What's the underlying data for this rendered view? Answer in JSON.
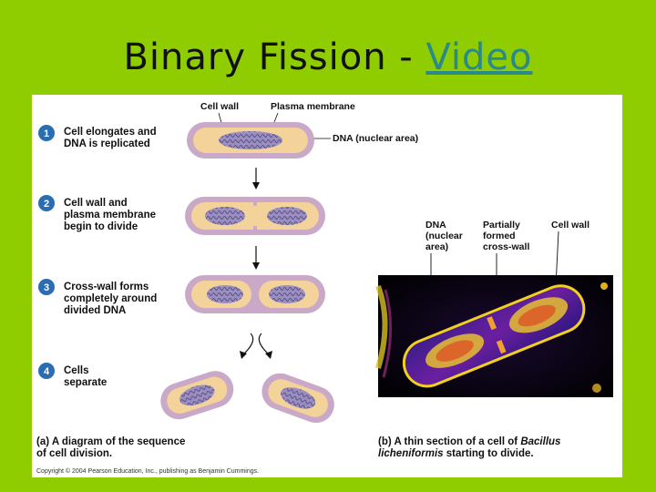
{
  "slide": {
    "title_prefix": "Binary Fission - ",
    "title_link": "Video"
  },
  "colors": {
    "background": "#8fcc00",
    "wall": "#c9a8c8",
    "cytoplasm": "#f3d39a",
    "dna": "#8a7fb0",
    "step_badge": "#2a6db3"
  },
  "diagram": {
    "top_labels": {
      "cell_wall": "Cell wall",
      "plasma_membrane": "Plasma membrane",
      "dna": "DNA (nuclear area)"
    },
    "steps": [
      {
        "num": "1",
        "lines": [
          "Cell elongates and",
          "DNA is replicated"
        ]
      },
      {
        "num": "2",
        "lines": [
          "Cell wall and",
          "plasma membrane",
          "begin to divide"
        ]
      },
      {
        "num": "3",
        "lines": [
          "Cross-wall forms",
          "completely around",
          "divided DNA"
        ]
      },
      {
        "num": "4",
        "lines": [
          "Cells",
          "separate"
        ]
      }
    ],
    "micro_labels": {
      "dna": [
        "DNA",
        "(nuclear",
        "area)"
      ],
      "cross_wall": [
        "Partially",
        "formed",
        "cross-wall"
      ],
      "cell_wall": "Cell wall"
    },
    "caption_a": [
      "(a) A diagram of the sequence",
      "of cell division."
    ],
    "caption_b_prefix": "(b) A thin section of a cell of ",
    "caption_b_species1": "Bacillus",
    "caption_b_species2": "licheniformis",
    "caption_b_suffix": " starting to divide.",
    "copyright": "Copyright © 2004 Pearson Education, Inc., publishing as Benjamin Cummings."
  }
}
